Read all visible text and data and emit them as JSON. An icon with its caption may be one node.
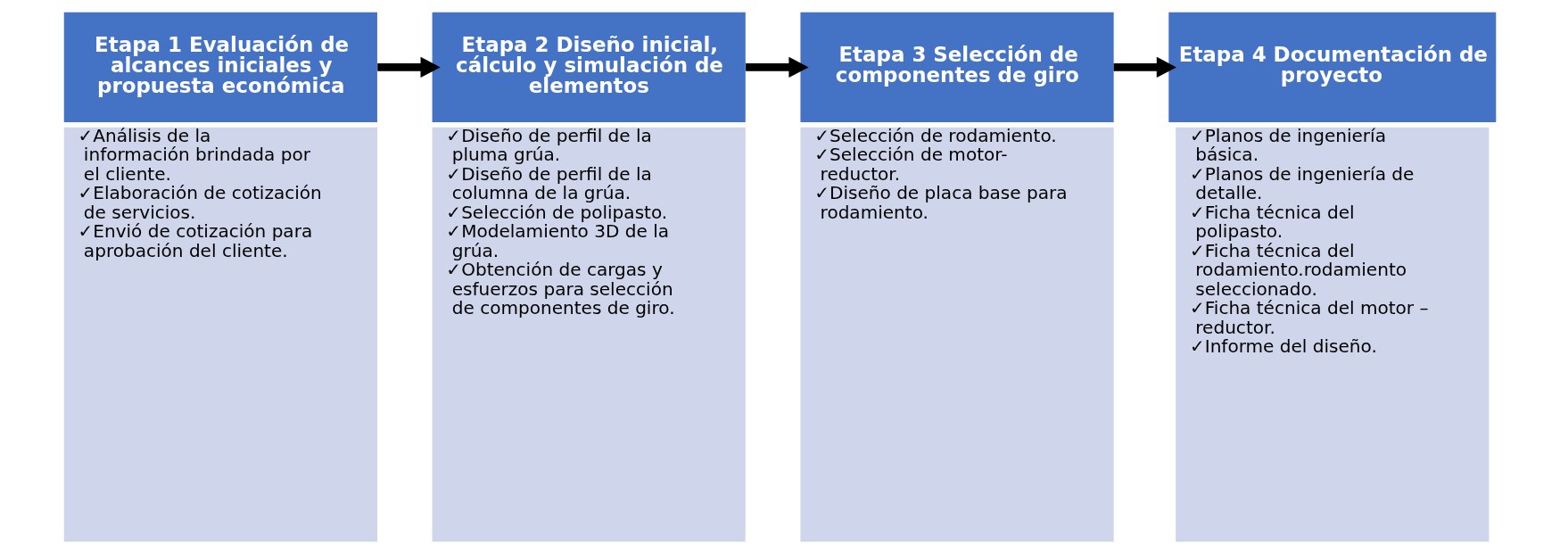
{
  "diagram": {
    "nodes": [
      {
        "text": [
          "Etapa 1 Evaluación de alcances iniciales y propuesta económica"
        ]
      },
      {
        "text": [
          "✓Análisis de la información brindada por el cliente.",
          "✓Elaboración de cotización de servicios.",
          "✓Envió de cotización para aprobación del cliente."
        ]
      },
      {
        "text": [
          "Etapa 2 Diseño inicial, cálculo y simulación de elementos"
        ]
      },
      {
        "text": [
          "✓Diseño de perfil de la pluma grúa.",
          "✓Diseño de perfil de la columna de la grúa.",
          "✓Selección de polipasto.",
          "✓Modelamiento 3D de la grúa.",
          "✓Obtención de cargas y esfuerzos para selección de componentes de giro."
        ]
      },
      {
        "text": [
          "Etapa 3 Selección de componentes de giro"
        ]
      },
      {
        "text": [
          "✓Selección de rodamiento.",
          "✓Selección de motor-reductor.",
          "✓Diseño de placa base para rodamiento."
        ]
      },
      {
        "text": [
          "Etapa 4 Documentación de proyecto"
        ]
      },
      {
        "text": [
          "✓Planos de ingeniería básica.",
          "✓Planos de ingeniería de detalle.",
          "✓Ficha técnica del polipasto.",
          "✓Ficha técnica del rodamiento.rodamiento seleccionado.",
          "✓Ficha técnica del motor – reductor.",
          "✓Informe del diseño."
        ]
      }
    ],
    "edges": [
      {
        "from": 0,
        "to": 2,
        "arrow": "to"
      },
      {
        "from": 2,
        "to": 4,
        "arrow": "to"
      },
      {
        "from": 4,
        "to": 6,
        "arrow": "to"
      }
    ]
  }
}
